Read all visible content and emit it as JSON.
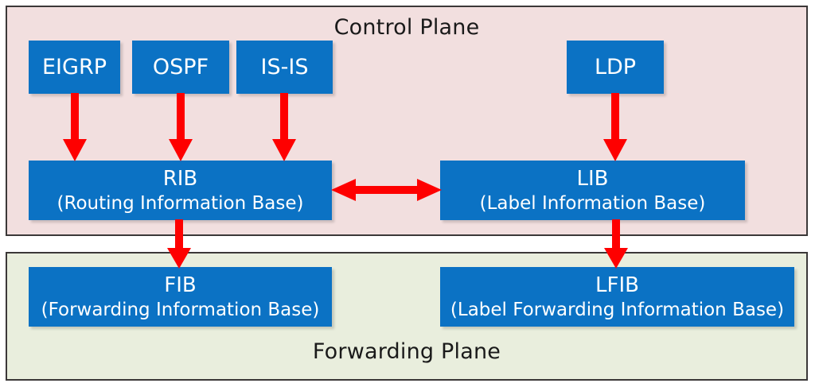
{
  "diagram": {
    "planes": [
      {
        "id": "control-plane",
        "title": "Control Plane",
        "background_color": "#f2dfdf",
        "border_color": "#3b3838"
      },
      {
        "id": "forwarding-plane",
        "title": "Forwarding Plane",
        "background_color": "#e9eedd",
        "border_color": "#3b3838"
      }
    ],
    "node_color": "#0b72c4",
    "node_text_color": "#ffffff",
    "arrow_color": "#fe0000",
    "nodes": {
      "eigrp": {
        "label": "EIGRP",
        "expansion": ""
      },
      "ospf": {
        "label": "OSPF",
        "expansion": ""
      },
      "isis": {
        "label": "IS-IS",
        "expansion": ""
      },
      "ldp": {
        "label": "LDP",
        "expansion": ""
      },
      "rib": {
        "label": "RIB",
        "expansion": "(Routing Information Base)"
      },
      "lib": {
        "label": "LIB",
        "expansion": "(Label Information Base)"
      },
      "fib": {
        "label": "FIB",
        "expansion": "(Forwarding Information Base)"
      },
      "lfib": {
        "label": "LFIB",
        "expansion": "(Label Forwarding Information Base)"
      }
    },
    "connections": [
      {
        "id": "eigrp-to-rib",
        "from": "eigrp",
        "to": "rib",
        "direction": "down"
      },
      {
        "id": "ospf-to-rib",
        "from": "ospf",
        "to": "rib",
        "direction": "down"
      },
      {
        "id": "isis-to-rib",
        "from": "isis",
        "to": "rib",
        "direction": "down"
      },
      {
        "id": "ldp-to-lib",
        "from": "ldp",
        "to": "lib",
        "direction": "down"
      },
      {
        "id": "rib-to-lib",
        "from": "rib",
        "to": "lib",
        "direction": "bidirectional"
      },
      {
        "id": "rib-to-fib",
        "from": "rib",
        "to": "fib",
        "direction": "down"
      },
      {
        "id": "lib-to-lfib",
        "from": "lib",
        "to": "lfib",
        "direction": "down"
      }
    ]
  }
}
